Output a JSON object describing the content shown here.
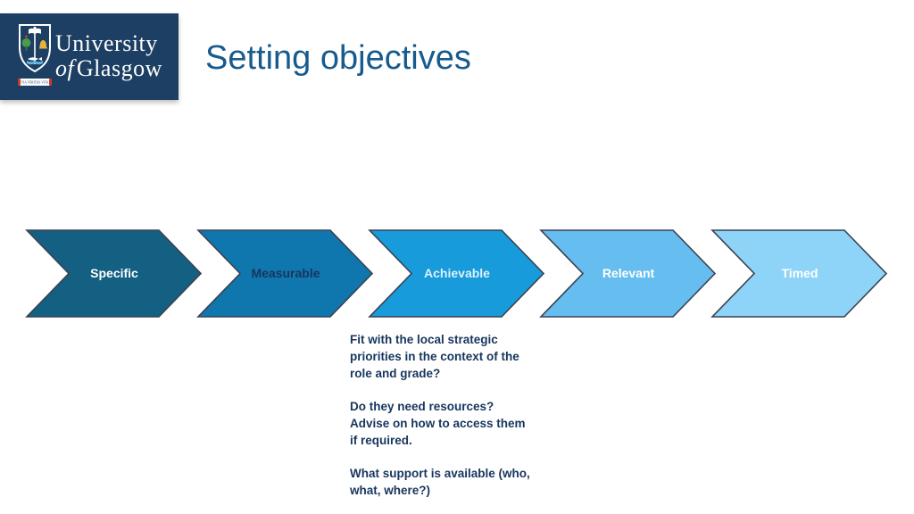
{
  "header": {
    "logo": {
      "background": "#1c3f63",
      "wordmark_line1": "University",
      "wordmark_line2_of": "of",
      "wordmark_line2_name": "Glasgow",
      "crest_motto": "VIA VERITAS VITA",
      "crest_colors": {
        "shield_outline": "#ffffff",
        "tree": "#4a9b4e",
        "bird": "#c8392b",
        "bell": "#e8b33c",
        "fish": "#ffffff",
        "water": "#5fb4e4"
      }
    },
    "title": {
      "text": "Setting objectives",
      "color": "#175b8e"
    }
  },
  "chevrons": {
    "outline_color": "#3a4150",
    "items": [
      {
        "label": "Specific",
        "fill": "#136083",
        "label_color": "#ffffff"
      },
      {
        "label": "Measurable",
        "fill": "#0f76ae",
        "label_color": "#17365d"
      },
      {
        "label": "Achievable",
        "fill": "#189bdb",
        "label_color": "#ddf1fc"
      },
      {
        "label": "Relevant",
        "fill": "#66bef0",
        "label_color": "#ffffff"
      },
      {
        "label": "Timed",
        "fill": "#8ed3f8",
        "label_color": "#ffffff"
      }
    ]
  },
  "notes": {
    "color": "#17365d",
    "paragraphs": [
      {
        "lines": [
          "Fit with the local strategic",
          "priorities in the context of the",
          "role and grade?"
        ]
      },
      {
        "lines": [
          "Do they need resources?",
          "Advise on how to access them",
          "if required."
        ]
      },
      {
        "lines": [
          "What support is available (who,",
          "what, where?)"
        ]
      }
    ]
  }
}
